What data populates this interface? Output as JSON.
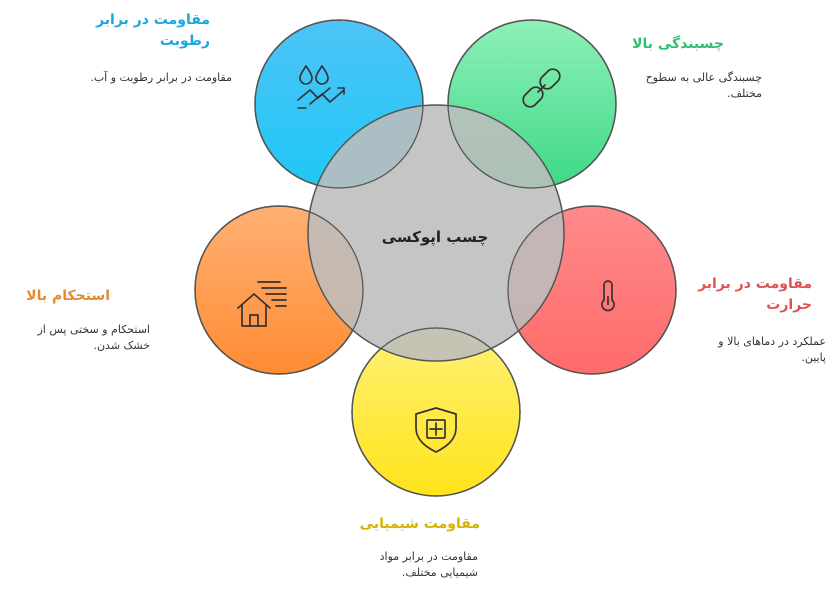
{
  "center": {
    "title": "چسب اپوکسی"
  },
  "features": [
    {
      "id": "moisture",
      "title": "مقاومت در برابر رطوبت",
      "desc": "مقاومت در برابر رطوبت و آب.",
      "color": "#1aa7e0",
      "fill_top": "#4fc3f7",
      "fill_bottom": "#1ec8f5",
      "icon": "water-drops-icon"
    },
    {
      "id": "adhesion",
      "title": "چسبندگی بالا",
      "desc": "چسبندگی عالی به سطوح مختلف.",
      "color": "#2fbf71",
      "fill_top": "#8ef0b8",
      "fill_bottom": "#3ed987",
      "icon": "chain-link-icon"
    },
    {
      "id": "heat",
      "title": "مقاومت در برابر حرارت",
      "desc": "عملکرد در دماهای بالا و پایین.",
      "color": "#e05252",
      "fill_top": "#f57a7a",
      "fill_bottom": "#ff6b6b",
      "icon": "thermometer-icon"
    },
    {
      "id": "chemical",
      "title": "مقاومت شیمیایی",
      "desc": "مقاومت در برابر مواد شیمیایی مختلف.",
      "color": "#d4b400",
      "fill_top": "#fff176",
      "fill_bottom": "#ffe31a",
      "icon": "shield-plus-icon"
    },
    {
      "id": "strength",
      "title": "استحکام بالا",
      "desc": "استحکام و سختی پس از خشک شدن.",
      "color": "#e8892e",
      "fill_top": "#ffab6b",
      "fill_bottom": "#ff8c33",
      "icon": "house-wind-icon"
    }
  ]
}
